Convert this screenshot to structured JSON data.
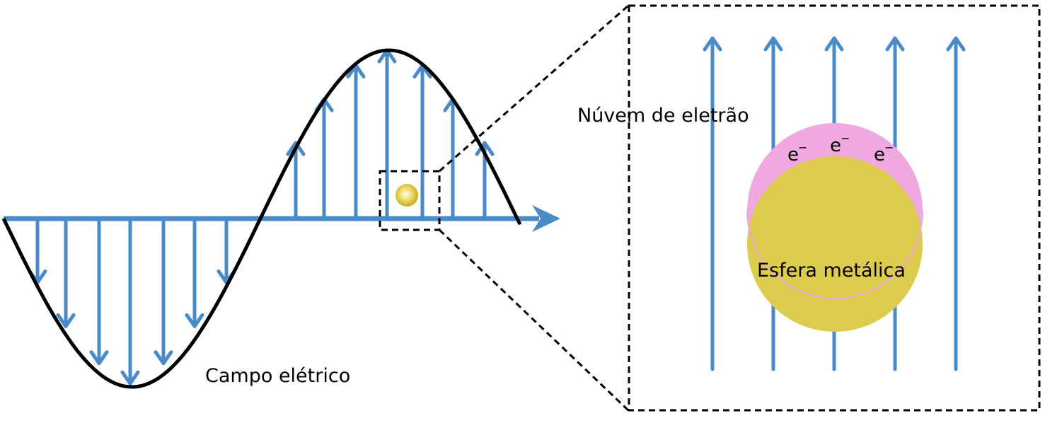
{
  "labels": {
    "electric_field": "Campo elétrico",
    "electron_cloud": "Núvem de eletrão",
    "metal_sphere": "Esfera metálica",
    "electron_symbol": "e",
    "electron_charge": "−"
  },
  "colors": {
    "field_arrow": "#4a8ac8",
    "wave_curve": "#000000",
    "electron_cloud": "#f0a8e0",
    "metal_sphere": "#dccb4d",
    "particle": "#e2cf4a"
  },
  "wave": {
    "negative_half_arrow_count": 7,
    "positive_half_arrow_count": 7,
    "relative_magnitudes_negative": [
      0.38,
      0.64,
      0.86,
      0.98,
      0.86,
      0.64,
      0.38
    ],
    "relative_magnitudes_positive": [
      0.45,
      0.71,
      0.91,
      1.0,
      0.91,
      0.71,
      0.45
    ]
  },
  "zoom_view": {
    "uniform_field_arrow_count": 5,
    "electron_count": 3
  }
}
